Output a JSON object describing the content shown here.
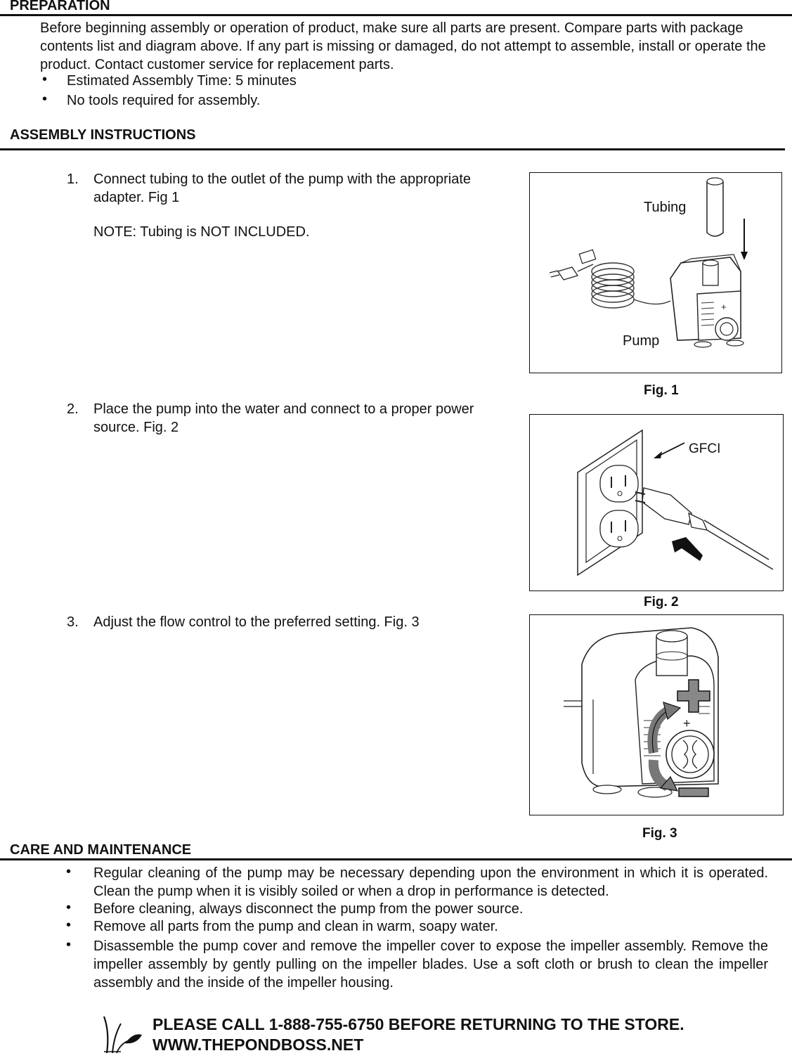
{
  "preparation": {
    "heading": "PREPARATION",
    "intro": "Before beginning assembly or operation of product, make sure all parts are present. Compare parts with package contents list and diagram above. If any part is missing or damaged, do not attempt to assemble, install or operate the product. Contact customer service for replacement parts.",
    "bullets": [
      "Estimated Assembly Time: 5 minutes",
      "No tools required for assembly."
    ]
  },
  "assembly": {
    "heading": "ASSEMBLY INSTRUCTIONS",
    "steps": [
      {
        "num": "1.",
        "text": "Connect tubing to the outlet of the pump with the appropriate adapter.  Fig 1",
        "note": "NOTE: Tubing is NOT INCLUDED."
      },
      {
        "num": "2.",
        "text": "Place the pump into the water and connect to a proper power source.  Fig. 2"
      },
      {
        "num": "3.",
        "text": "Adjust the flow control to the preferred setting.  Fig. 3"
      }
    ]
  },
  "figures": {
    "fig1": {
      "caption": "Fig. 1",
      "label_tubing": "Tubing",
      "label_pump": "Pump"
    },
    "fig2": {
      "caption": "Fig. 2",
      "label_gfci": "GFCI"
    },
    "fig3": {
      "caption": "Fig. 3"
    }
  },
  "care": {
    "heading": "CARE AND MAINTENANCE",
    "bullets": [
      "Regular cleaning of the pump may be necessary depending upon the environment in which it is operated. Clean the pump when it is visibly soiled or when a drop in performance is detected.",
      "Before cleaning, always disconnect the pump from the power source.",
      "Remove all parts from the pump and clean in warm, soapy water.",
      "Disassemble the pump cover and remove the impeller cover to expose the impeller assembly. Remove the impeller assembly by gently pulling on the impeller blades.  Use a soft cloth or brush to clean the impeller assembly and the inside of the impeller housing."
    ]
  },
  "footer": {
    "phone_line": "PLEASE CALL 1-888-755-6750 BEFORE RETURNING TO THE STORE.",
    "website": "WWW.THEPONDBOSS.NET"
  }
}
